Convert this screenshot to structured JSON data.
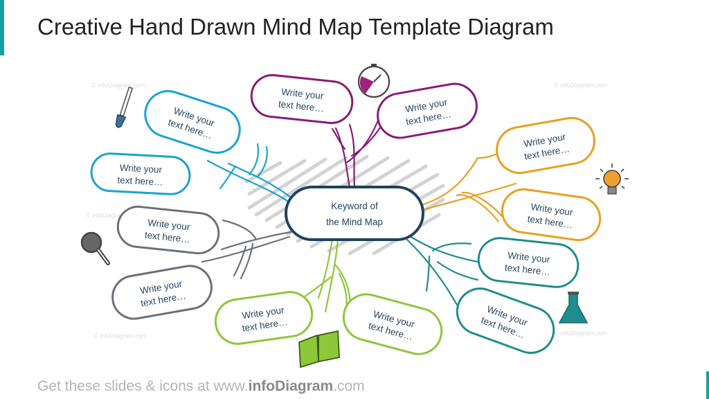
{
  "title": "Creative Hand Drawn Mind Map Template Diagram",
  "footer": {
    "prefix": "Get these slides & icons at www.",
    "brand": "infoDiagram",
    "suffix": ".com"
  },
  "watermark": "© infoDiagram.com",
  "center": {
    "line1": "Keyword of",
    "line2": "the Mind Map"
  },
  "colors": {
    "blue": "#1aa3d1",
    "gray": "#6d6f7b",
    "purple": "#8a1a78",
    "green": "#8cc83a",
    "orange": "#e8a020",
    "teal": "#1f8d8d",
    "center": "#1d4360"
  },
  "bubbles": [
    {
      "line1": "Write your",
      "line2": "text here…",
      "color": "blue"
    },
    {
      "line1": "Write your",
      "line2": "text here…",
      "color": "blue"
    },
    {
      "line1": "Write your",
      "line2": "text here…",
      "color": "gray"
    },
    {
      "line1": "Write your",
      "line2": "text here…",
      "color": "gray"
    },
    {
      "line1": "Write your",
      "line2": "text here…",
      "color": "purple"
    },
    {
      "line1": "Write your",
      "line2": "text here…",
      "color": "purple"
    },
    {
      "line1": "Write your",
      "line2": "text here…",
      "color": "green"
    },
    {
      "line1": "Write your",
      "line2": "text here…",
      "color": "green"
    },
    {
      "line1": "Write your",
      "line2": "text here…",
      "color": "orange"
    },
    {
      "line1": "Write your",
      "line2": "text here…",
      "color": "orange"
    },
    {
      "line1": "Write your",
      "line2": "text here…",
      "color": "teal"
    },
    {
      "line1": "Write your",
      "line2": "text here…",
      "color": "teal"
    }
  ],
  "icons": [
    "paintbrush-icon",
    "magnifier-icon",
    "clock-icon",
    "lightbulb-icon",
    "flask-icon",
    "book-icon"
  ]
}
